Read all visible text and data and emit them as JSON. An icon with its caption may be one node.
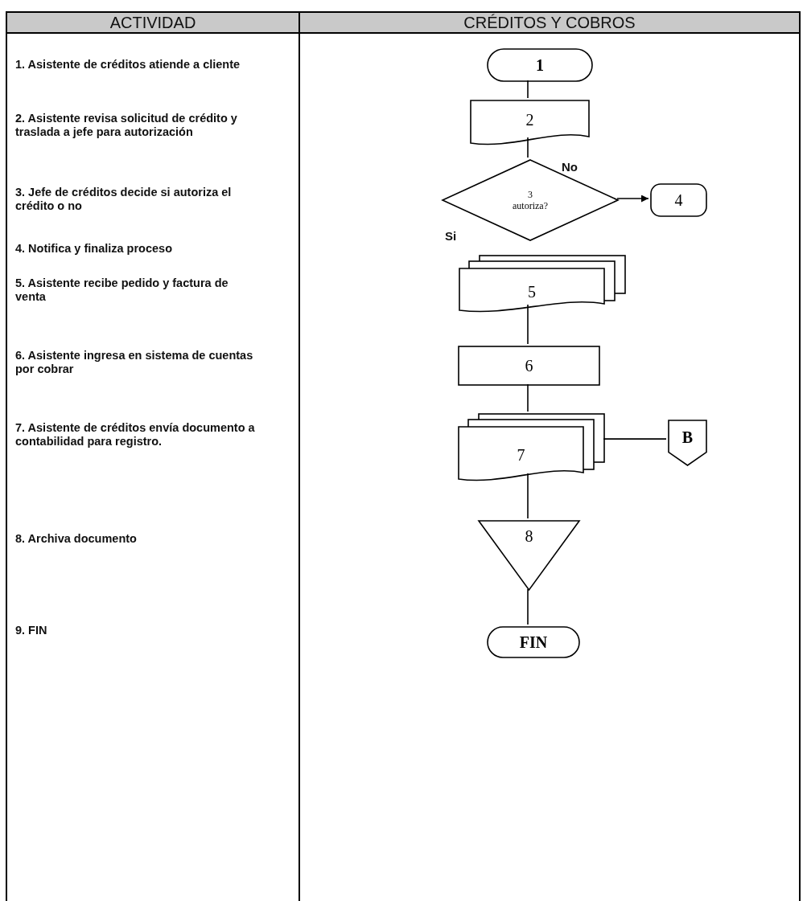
{
  "diagram": {
    "nodes": [
      {
        "text": [
          "ACTIVIDAD",
          "1. Asistente de créditos atiende a cliente",
          "2. Asistente revisa solicitud de crédito y traslada a jefe para autorización",
          "3. Jefe de créditos decide si autoriza el crédito o no",
          "4. Notifica y finaliza proceso",
          "5. Asistente recibe pedido y factura de venta",
          "6. Asistente ingresa en sistema de cuentas por cobrar",
          "7. Asistente de créditos envía documento a contabilidad para registro.",
          "8. Archiva documento",
          "9. FIN"
        ]
      },
      {
        "text": [
          "CRÉDITOS Y COBROS"
        ]
      },
      {
        "text": [
          "1"
        ],
        "in": 1
      },
      {
        "text": [
          "2"
        ],
        "in": 1
      },
      {
        "text": [
          "3",
          "autoriza?"
        ],
        "in": 1
      },
      {
        "text": [
          "4"
        ],
        "in": 1
      },
      {
        "text": [
          "5"
        ],
        "in": 1
      },
      {
        "text": [
          "6"
        ],
        "in": 1
      },
      {
        "text": [
          "7"
        ],
        "in": 1
      },
      {
        "text": [
          "B"
        ],
        "in": 1
      },
      {
        "text": [
          "8"
        ],
        "in": 1
      },
      {
        "text": [
          "FIN"
        ],
        "in": 1
      }
    ],
    "edges": [
      {
        "from": 2,
        "to": 3,
        "arrow": "none"
      },
      {
        "from": 3,
        "to": 4,
        "arrow": "none"
      },
      {
        "from": 4,
        "to": 5,
        "arrow": "to",
        "label": "No"
      },
      {
        "from": 6,
        "to": 7,
        "arrow": "none"
      },
      {
        "from": 7,
        "to": 8,
        "arrow": "none"
      },
      {
        "from": 8,
        "to": 9,
        "arrow": "none"
      },
      {
        "from": 8,
        "to": 10,
        "arrow": "none"
      },
      {
        "from": 10,
        "to": 11,
        "arrow": "none"
      }
    ],
    "labels": [
      "Si"
    ]
  }
}
